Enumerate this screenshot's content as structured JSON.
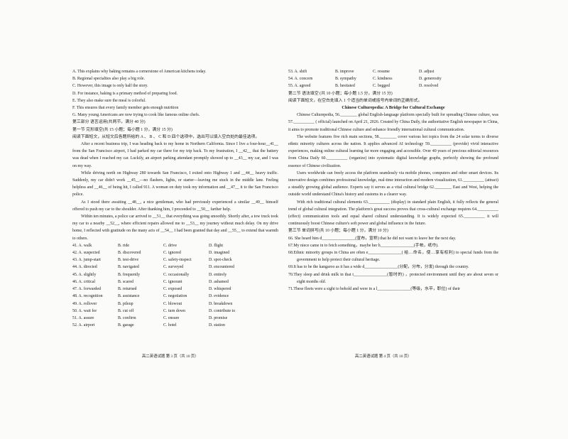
{
  "left": {
    "options_block": [
      "A.  This explains why baking remains a cornerstone of American kitchens today.",
      "B.  Regional specialties also play a big role.",
      "C.  However, this image is only half the story.",
      "D.  For instance, baking is a primary method of preparing food.",
      "E.  They also make sure the meal is colorful.",
      "F.  This ensures that every family member gets enough nutrition",
      "G.  Many young Americans are now trying to cook like famous online chefs."
    ],
    "part3_heading": "第三部分 语言运用(共两节，满分 40 分)",
    "section1_heading": "第一节 完形填空(共 15 小题；每小题 1 分，满分 15 分)",
    "instructions": "阅读下面短文，从短文后各题所给的 A 、 B 、 C 和 D 四个选项中，选出可以填入空白处的最佳选项。",
    "paragraphs": [
      "After a recent business trip, I was heading back to my home in Northern California. Since I live a four-hour__41__ from the San Francisco airport, I had parked my car there for my trip back. To my frustration, I __42__ that the battery was dead when I reached my car. Luckily, an airport parking attendant promptly showed up to __43__ my car, and I was on my way.",
      "While driving north on Highway 280 towards San Francisco, I exited onto Highway 1 and __44__ heavy traffic. Suddenly, my car didn't work __45__—no flashers, lights, or starter—leaving me stuck in the middle lane. Feeling helpless and __46__ of being hit, I called 911. A woman on duty took my information and __47__ it to the San Francisco police.",
      "As I stood there awaiting __48__, a nice gentleman, who had previously experienced a similar __49__ himself offered to push my car to the shoulder. After thanking him, I proceeded to __50__ farther help.",
      "Within ten minutes, a police car arrived to __51__ that everything was going smoothly. Shortly after, a tow truck took my car to a nearby __52__, where efficient repairs allowed me to __53__ my journey without much delay. On my drive home, I reflected with gratitude on the many acts of __54__ I had been granted that day and __55__ to extend that warmth to others."
    ],
    "choices": [
      [
        "41. A. walk",
        "B. ride",
        "C. drive",
        "D. flight"
      ],
      [
        "42. A. suspected",
        "B. discovered",
        "C. ignored",
        "D. imagined"
      ],
      [
        "43. A. jump-start",
        "B. test-drive",
        "C. safety-inspect",
        "D. spot-check"
      ],
      [
        "44. A. directed",
        "B. navigated",
        "C. surveyed",
        "D. encountered"
      ],
      [
        "45. A. slightly",
        "B. frequently",
        "C. occasionally",
        "D. entirely"
      ],
      [
        "46. A. critical",
        "B. scared",
        "C. ignorant",
        "D. ashamed"
      ],
      [
        "47. A. forwarded",
        "B. returned",
        "C. exposed",
        "D. whispered"
      ],
      [
        "48. A. recognition",
        "B. assistance",
        "C. negotiation",
        "D. evidence"
      ],
      [
        "49. A. rollover",
        "B. pileup",
        "C. blowout",
        "D. breakdown"
      ],
      [
        "50. A. wait for",
        "B. cut off",
        "C. turn down",
        "D. contribute to"
      ],
      [
        "51. A. assure",
        "B. confirm",
        "C. ensure",
        "D. promise"
      ],
      [
        "52. A. airport",
        "B. garage",
        "C. hotel",
        "D. station"
      ]
    ],
    "footer": "高二英语试题   第 3 页（共 10 页）"
  },
  "right": {
    "choices": [
      [
        "53. A. shift",
        "B. improve",
        "C. resume",
        "D. adjust"
      ],
      [
        "54. A. concern",
        "B. sympathy",
        "C. kindness",
        "D. generosity"
      ],
      [
        "55. A. agreed",
        "B. hesitated",
        "C. begged",
        "D. resolved"
      ]
    ],
    "section2_heading": "第二节 语法填空 (共 10 小题；每小题 1.5 分，满分 15 分)",
    "section2_instructions": "阅读下面短文，在空白处填入 1 个适当的单词或括号内单词的正确形式。",
    "passage_title": "Chinese Culturepedia: A Bridge for Cultural Exchange",
    "paragraphs": [
      "Chinese Culturepedia, 56.________ global English-language platform specially built for spreading Chinese culture, was 57.__________ ( official) launched on April 21, 2026. Created by China Daily, the authoritative English newspaper in China, it aims to promote traditional Chinese culture and enhance friendly international cultural communication.",
      "The website features five rich main sections, 58.________ cover various hot topics from the 24 solar terms to diverse ethnic minority cultures across the nation. It applies advanced AI technology 59.__________ (provide) vivid interactive experiences, making online cultural learning far more engaging and accessible. Over 40 years of precious editorial resources from China Daily 60.__________ (organize) into systematic digital knowledge graphs, perfectly showing the profound essence of Chinese civilization.",
      "Users worldwide can freely access the platform seamlessly via mobile phones, computers and other smart devices. Its innovative design combines professional knowledge, real-time interaction and modern visualization, 61.__________ (attract) a steadily growing global audience. Experts say it serves as a vital cultural bridge 62.________ East and West, helping the outside world understand China's history and customs in a clearer way.",
      "With rich traditional cultural elements 63.__________ (display) in standard plain English, it fully reflects the general trend of global cultural integration. The platform's great success proves that cross-cultural exchange requires 64.__________ (effect) communication tools and equal shared cultural understanding. It is widely expected 65.__________ it will continuously boost Chinese culture's soft power and global influence in the future."
    ],
    "section3_heading": "第三节 单词拼写(共 10 小题；每小题 1 分，满分 10 分)",
    "spelling": [
      "66.  She heard him d________________(宣布，宣称) that he did not want to leave her the next day.",
      "67.My niece came in to fetch something，maybe her h________________(手帕，纸巾).",
      "68.Ethnic minority groups in China are often e________________( 给…命名，使…享有权利) to special funds from the government to help protect their cultural heritage.",
      "69.It has to be the kangaroo as it has a wide d________________(分配，分布，分发) through the country.",
      "70.They sleep and drink milk in that  t________________(暂时的) ，protected environment until they are about seven or eight months old.",
      "71.These fleets were a sight to behold and were in a l________________(等级，水平，职位) of their"
    ],
    "footer": "高二英语试题   第 4 页（共 10 页）"
  }
}
